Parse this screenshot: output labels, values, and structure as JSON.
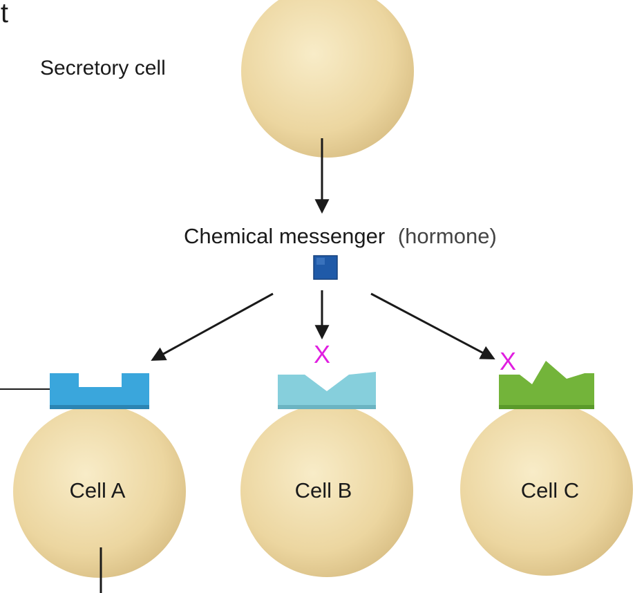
{
  "diagram": {
    "corner_text": "it",
    "secretory_label": "Secretory cell",
    "messenger_label": "Chemical messenger",
    "messenger_label_suffix": "(hormone)",
    "cells": [
      {
        "label": "Cell A",
        "receptor_color": "#3aa6dc",
        "binds": true
      },
      {
        "label": "Cell B",
        "receptor_color": "#86cfdc",
        "binds": false,
        "mark": "X"
      },
      {
        "label": "Cell C",
        "receptor_color": "#73b43a",
        "binds": false,
        "mark": "X"
      }
    ],
    "colors": {
      "cell_light": "#f6e6bd",
      "cell_dark": "#dcc387",
      "hormone": "#1f5aa8",
      "arrow": "#1a1a1a",
      "mark": "#e01ee0"
    }
  }
}
